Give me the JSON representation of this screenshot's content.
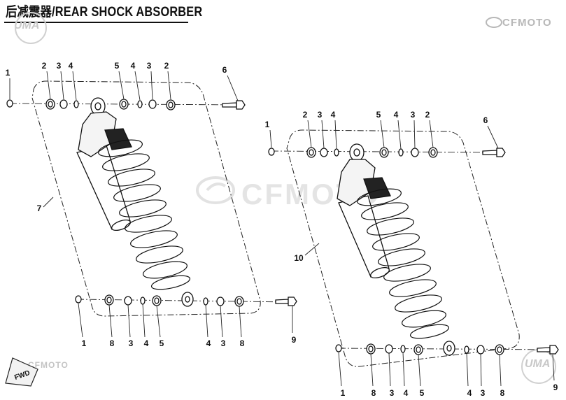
{
  "header": {
    "title": "后减震器/REAR SHOCK ABSORBER"
  },
  "brand": {
    "logo_text": "CFMOTO",
    "watermark_text": "UMA"
  },
  "fwd": {
    "label": "FWD"
  },
  "left_assembly": {
    "top_callouts": [
      "1",
      "2",
      "3",
      "4",
      "5",
      "4",
      "3",
      "2",
      "6"
    ],
    "bottom_callouts": [
      "1",
      "8",
      "3",
      "4",
      "5",
      "4",
      "3",
      "8",
      "9"
    ],
    "shock_callout": "7"
  },
  "right_assembly": {
    "top_callouts": [
      "1",
      "2",
      "3",
      "4",
      "5",
      "4",
      "3",
      "2",
      "6"
    ],
    "bottom_callouts": [
      "1",
      "8",
      "3",
      "4",
      "5",
      "4",
      "3",
      "8",
      "9"
    ],
    "shock_callout": "10"
  },
  "colors": {
    "line": "#111111",
    "watermark": "#d9d9d9"
  }
}
